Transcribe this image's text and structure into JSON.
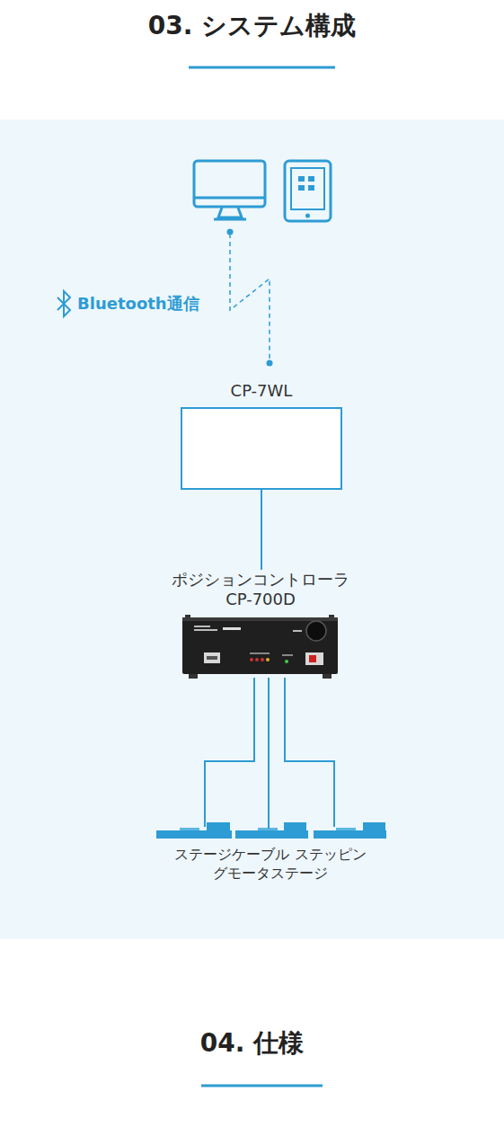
{
  "diagram": {
    "title": "03. システム構成",
    "nodes": [
      {
        "text": [
          "CP-7WL"
        ]
      },
      {
        "text": [
          "ポジションコントローラ CP-700D"
        ]
      },
      {
        "text": [
          "ステージケーブル ステッピングモータステージ"
        ]
      }
    ],
    "edges": [
      {
        "from": 0,
        "to": 1,
        "arrow": "none"
      },
      {
        "from": 1,
        "to": 2,
        "arrow": "none"
      }
    ],
    "labels": [
      "Bluetooth通信",
      "04. 仕様"
    ]
  }
}
